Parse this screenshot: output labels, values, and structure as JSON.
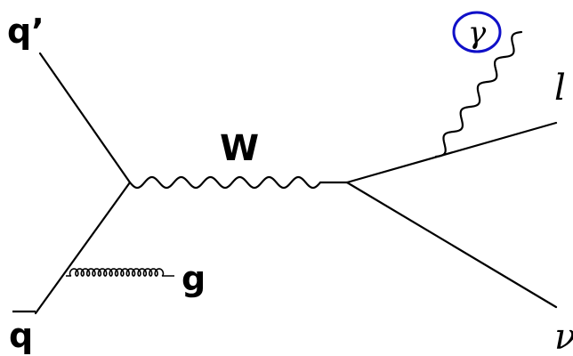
{
  "diagram": {
    "labels": {
      "q_prime": "q’",
      "q_bar": "q",
      "gluon": "g",
      "w_boson": "W",
      "photon": "γ",
      "lepton": "l",
      "neutrino": "ν"
    },
    "colors": {
      "lines": "#000000",
      "photon_circle": "#1010c8",
      "background": "#ffffff"
    }
  }
}
